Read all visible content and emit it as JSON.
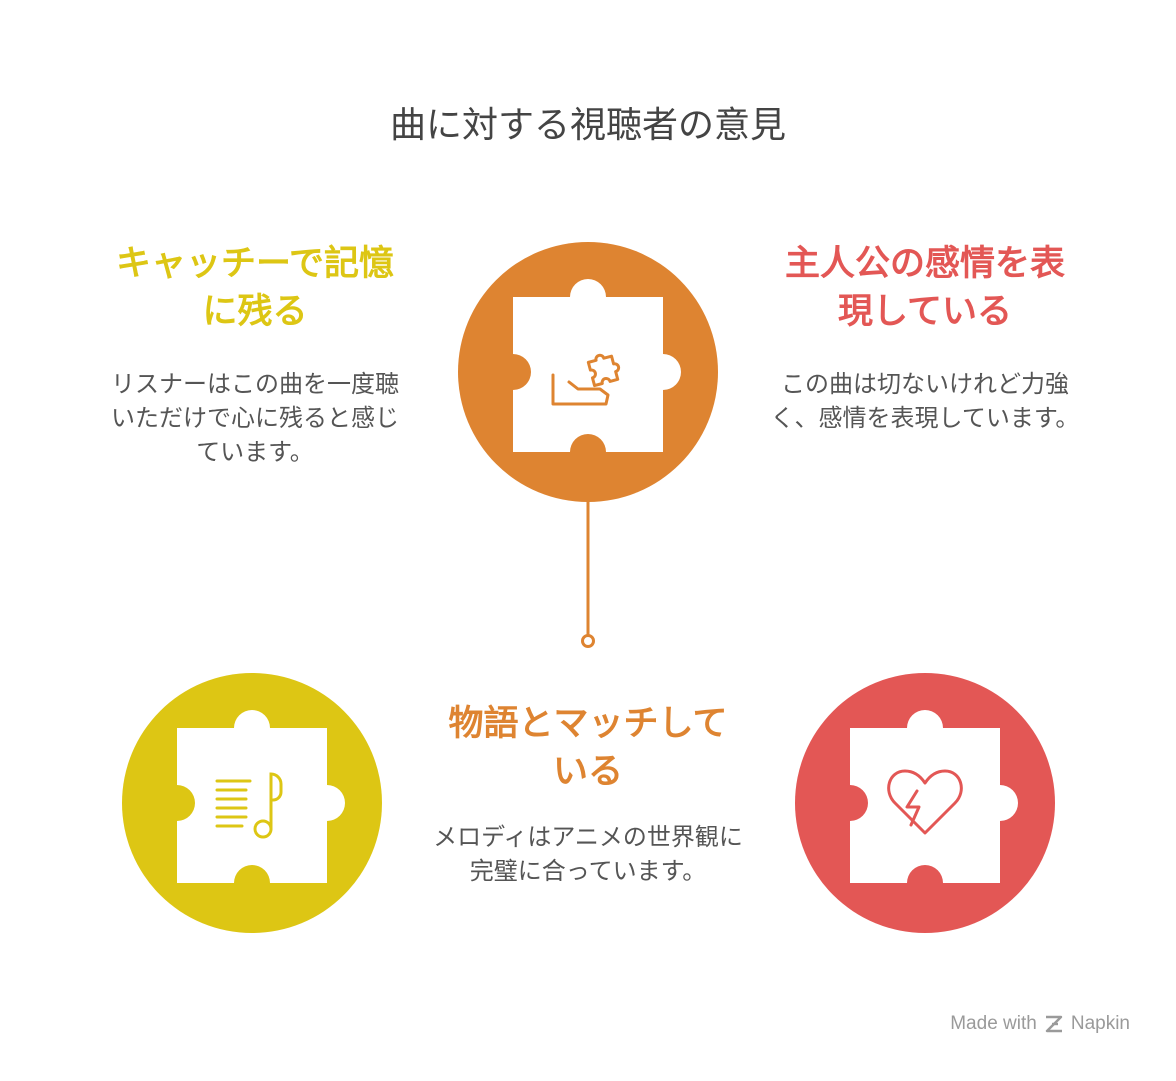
{
  "title": "曲に対する視聴者の意見",
  "cards": [
    {
      "title": "キャッチーで記憶に残る",
      "description": "リスナーはこの曲を一度聴いただけで心に残ると感じています。",
      "color": "#ddc614",
      "icon": "music-notes-icon"
    },
    {
      "title": "主人公の感情を表現している",
      "description": "この曲は切ないけれど力強く、感情を表現しています。",
      "color": "#e35755",
      "icon": "lightning-heart-icon"
    },
    {
      "title": "物語とマッチしている",
      "description": "メロディはアニメの世界観に完璧に合っています。",
      "color": "#de8431",
      "icon": "hand-puzzle-icon"
    }
  ],
  "footer": {
    "prefix": "Made with",
    "brand": "Napkin",
    "icon": "napkin-logo-icon"
  }
}
